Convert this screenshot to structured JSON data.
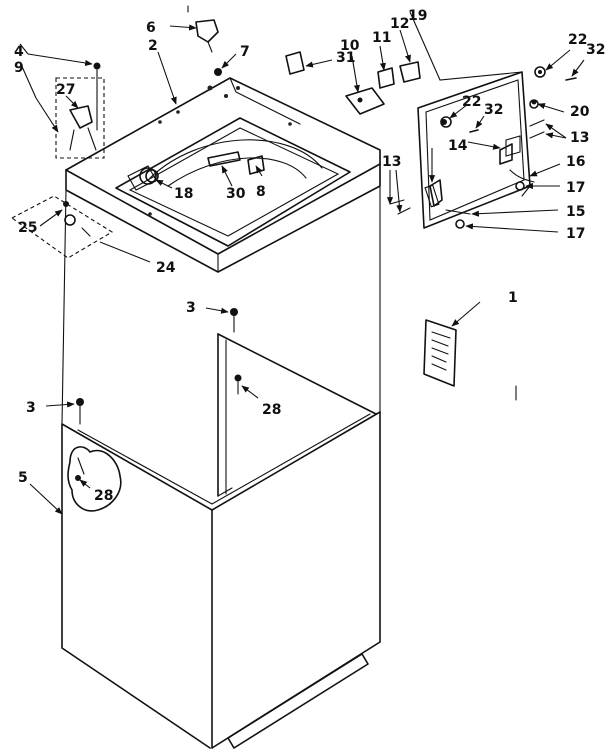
{
  "diagram": {
    "callouts": [
      {
        "id": "c1",
        "text": "1"
      },
      {
        "id": "c2",
        "text": "2"
      },
      {
        "id": "c3a",
        "text": "3"
      },
      {
        "id": "c3b",
        "text": "3"
      },
      {
        "id": "c4",
        "text": "4"
      },
      {
        "id": "c5",
        "text": "5"
      },
      {
        "id": "c6",
        "text": "6"
      },
      {
        "id": "c7",
        "text": "7"
      },
      {
        "id": "c8",
        "text": "8"
      },
      {
        "id": "c9",
        "text": "9"
      },
      {
        "id": "c10",
        "text": "10"
      },
      {
        "id": "c11",
        "text": "11"
      },
      {
        "id": "c12",
        "text": "12"
      },
      {
        "id": "c13a",
        "text": "13"
      },
      {
        "id": "c13b",
        "text": "13"
      },
      {
        "id": "c14",
        "text": "14"
      },
      {
        "id": "c15",
        "text": "15"
      },
      {
        "id": "c16",
        "text": "16"
      },
      {
        "id": "c17a",
        "text": "17"
      },
      {
        "id": "c17b",
        "text": "17"
      },
      {
        "id": "c18",
        "text": "18"
      },
      {
        "id": "c19",
        "text": "19"
      },
      {
        "id": "c20",
        "text": "20"
      },
      {
        "id": "c22a",
        "text": "22"
      },
      {
        "id": "c22b",
        "text": "22"
      },
      {
        "id": "c24",
        "text": "24"
      },
      {
        "id": "c25",
        "text": "25"
      },
      {
        "id": "c27",
        "text": "27"
      },
      {
        "id": "c28a",
        "text": "28"
      },
      {
        "id": "c28b",
        "text": "28"
      },
      {
        "id": "c30",
        "text": "30"
      },
      {
        "id": "c31",
        "text": "31"
      },
      {
        "id": "c32a",
        "text": "32"
      },
      {
        "id": "c32b",
        "text": "32"
      }
    ]
  }
}
